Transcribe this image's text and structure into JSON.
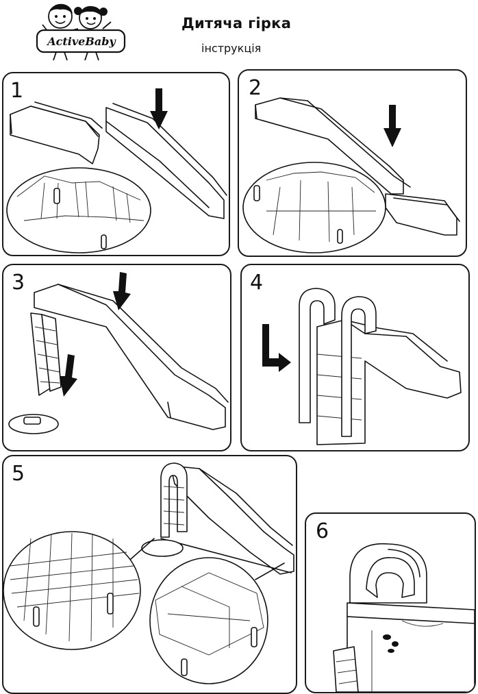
{
  "header": {
    "brand": "ActiveBaby",
    "title": "Дитяча гірка",
    "subtitle": "інструкція"
  },
  "steps": [
    {
      "number": "1"
    },
    {
      "number": "2"
    },
    {
      "number": "3"
    },
    {
      "number": "4"
    },
    {
      "number": "5"
    },
    {
      "number": "6"
    }
  ]
}
